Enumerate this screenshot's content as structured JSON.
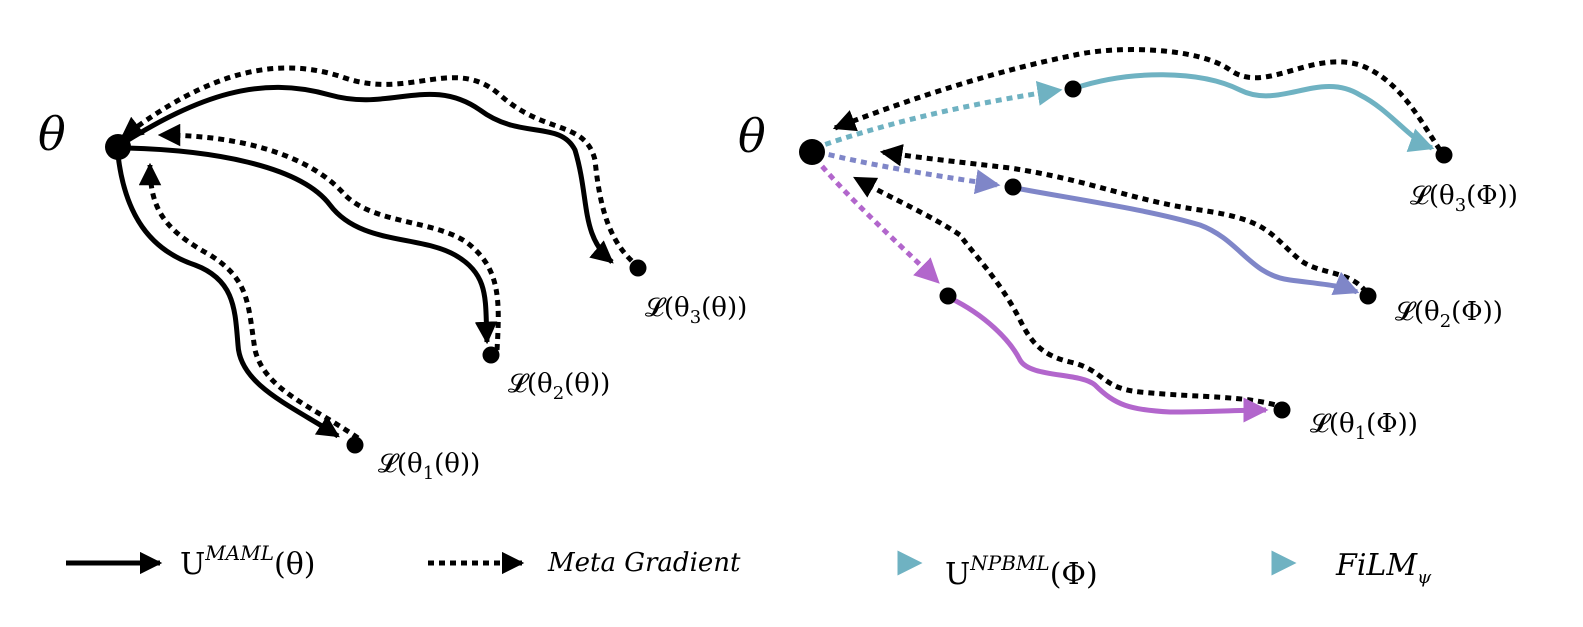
{
  "left_panel": {
    "root_label": "θ",
    "loss_labels": [
      {
        "prefix": "𝓛(θ",
        "sub": "3",
        "suffix": "(θ))"
      },
      {
        "prefix": "𝓛(θ",
        "sub": "2",
        "suffix": "(θ))"
      },
      {
        "prefix": "𝓛(θ",
        "sub": "1",
        "suffix": "(θ))"
      }
    ]
  },
  "right_panel": {
    "root_label": "θ",
    "loss_labels": [
      {
        "prefix": "𝓛(θ",
        "sub": "3",
        "suffix": "(Φ))"
      },
      {
        "prefix": "𝓛(θ",
        "sub": "2",
        "suffix": "(Φ))"
      },
      {
        "prefix": "𝓛(θ",
        "sub": "1",
        "suffix": "(Φ))"
      }
    ]
  },
  "legend": {
    "maml": {
      "base": "U",
      "sup": "MAML",
      "tail": "(θ)"
    },
    "meta_gradient": "Meta Gradient",
    "npbml": {
      "base": "U",
      "sup": "NPBML",
      "tail": "(Φ)"
    },
    "film": {
      "base": "FiLM",
      "sub": "ψ"
    }
  },
  "colors": {
    "task1": "#b266cc",
    "task2": "#7f86c8",
    "task3": "#6fb2c2",
    "ink": "#000000"
  }
}
